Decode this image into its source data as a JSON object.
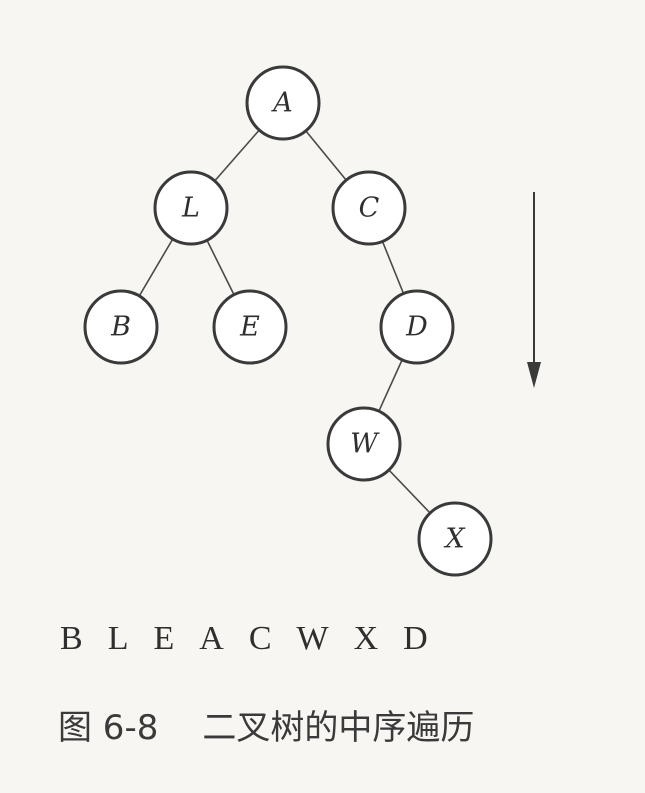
{
  "tree": {
    "nodes": [
      {
        "id": "A",
        "label": "A",
        "parent": null
      },
      {
        "id": "L",
        "label": "L",
        "parent": "A"
      },
      {
        "id": "C",
        "label": "C",
        "parent": "A"
      },
      {
        "id": "B",
        "label": "B",
        "parent": "L"
      },
      {
        "id": "E",
        "label": "E",
        "parent": "L"
      },
      {
        "id": "D",
        "label": "D",
        "parent": "C"
      },
      {
        "id": "W",
        "label": "W",
        "parent": "D"
      },
      {
        "id": "X",
        "label": "X",
        "parent": "W"
      }
    ]
  },
  "traversal": {
    "sequence": [
      "B",
      "L",
      "E",
      "A",
      "C",
      "W",
      "X",
      "D"
    ]
  },
  "caption": {
    "number": "图 6-8",
    "text": "二叉树的中序遍历"
  }
}
